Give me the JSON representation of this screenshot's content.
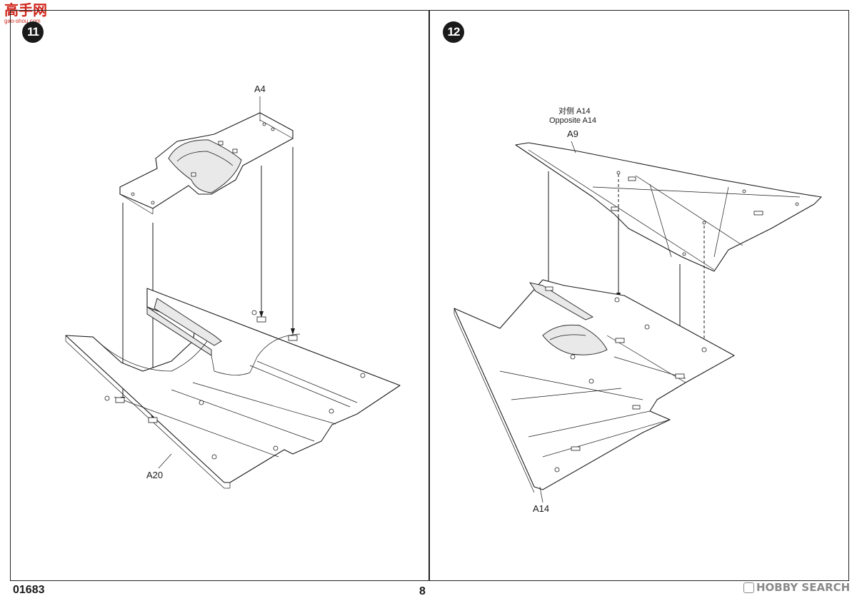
{
  "header": {
    "watermark_text": "高手网",
    "watermark_url": "gao-shou.com"
  },
  "steps": [
    {
      "number": "11",
      "labels": {
        "top_part": "A4",
        "bottom_part": "A20"
      }
    },
    {
      "number": "12",
      "labels": {
        "note_cn": "对侧 A14",
        "note_en": "Opposite A14",
        "top_part": "A9",
        "bottom_part": "A14"
      }
    }
  ],
  "footer": {
    "product_code": "01683",
    "page_number": "8",
    "logo_text": "HOBBY SEARCH"
  }
}
